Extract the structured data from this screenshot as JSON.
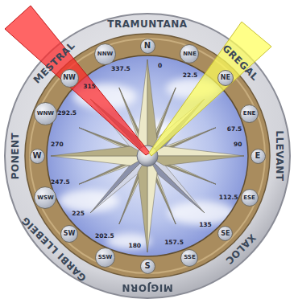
{
  "diagram": {
    "nodes": [
      {
        "text": [
          "N"
        ]
      },
      {
        "text": [
          "NNE"
        ]
      },
      {
        "text": [
          "NE"
        ]
      },
      {
        "text": [
          "ENE"
        ]
      },
      {
        "text": [
          "E"
        ]
      },
      {
        "text": [
          "ESE"
        ]
      },
      {
        "text": [
          "SE"
        ]
      },
      {
        "text": [
          "SSE"
        ]
      },
      {
        "text": [
          "S"
        ]
      },
      {
        "text": [
          "SSW"
        ]
      },
      {
        "text": [
          "SW"
        ]
      },
      {
        "text": [
          "WSW"
        ]
      },
      {
        "text": [
          "W"
        ]
      },
      {
        "text": [
          "WNW"
        ]
      },
      {
        "text": [
          "NW"
        ]
      },
      {
        "text": [
          "NNW"
        ]
      }
    ],
    "labels": [
      "TRAMUNTANA",
      "GREGAL",
      "LLEVANT",
      "XALOC",
      "MIGJORN",
      "GARBI LLEBEIG",
      "PONENT",
      "MESTRAL",
      "0",
      "22.5",
      "67.5",
      "90",
      "112.5",
      "135",
      "157.5",
      "180",
      "202.5",
      "225",
      "247.5",
      "270",
      "292.5",
      "315",
      "337.5"
    ]
  }
}
